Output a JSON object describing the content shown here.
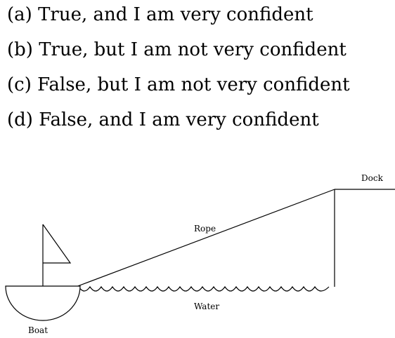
{
  "options": [
    {
      "letter": "(a)",
      "text": "True, and I am very confident"
    },
    {
      "letter": "(b)",
      "text": "True, but I am not very confident"
    },
    {
      "letter": "(c)",
      "text": "False, but I am not very confident"
    },
    {
      "letter": "(d)",
      "text": "False, and I am very confident"
    }
  ],
  "diagram": {
    "labels": {
      "dock": "Dock",
      "rope": "Rope",
      "water": "Water",
      "boat": "Boat"
    }
  }
}
